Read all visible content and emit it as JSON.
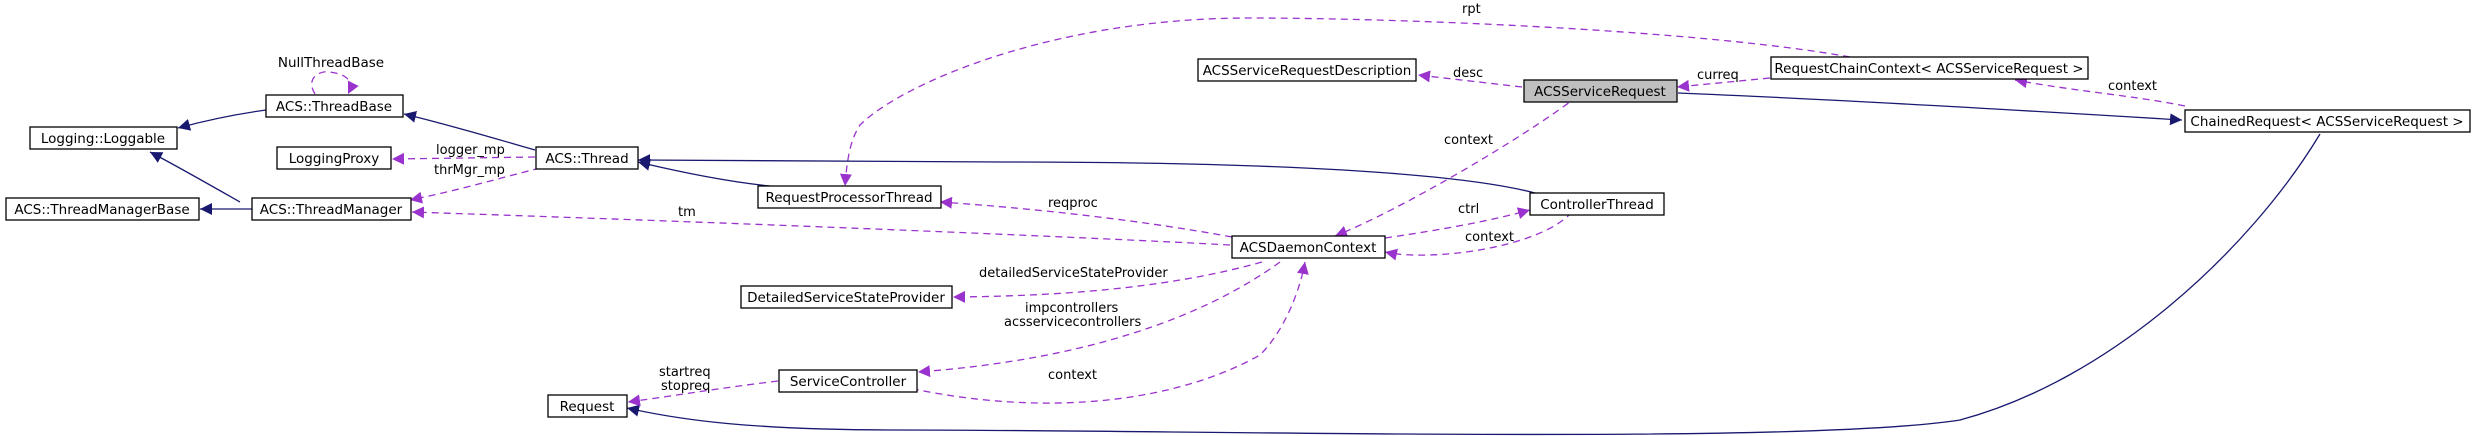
{
  "colors": {
    "inheritance_edge": "#191970",
    "usage_edge": "#9a32cd",
    "focus_node_fill": "#bfbfbf",
    "node_fill": "#ffffff"
  },
  "nodes": {
    "acs_service_request": "ACSServiceRequest",
    "acs_service_request_description": "ACSServiceRequestDescription",
    "request_chain_context": "RequestChainContext< ACSServiceRequest >",
    "chained_request": "ChainedRequest< ACSServiceRequest >",
    "null_thread_base": "NullThreadBase",
    "thread_base": "ACS::ThreadBase",
    "loggable": "Logging::Loggable",
    "logging_proxy": "LoggingProxy",
    "acs_thread": "ACS::Thread",
    "thread_manager_base": "ACS::ThreadManagerBase",
    "thread_manager": "ACS::ThreadManager",
    "request_processor_thread": "RequestProcessorThread",
    "controller_thread": "ControllerThread",
    "acs_daemon_context": "ACSDaemonContext",
    "detailed_service_state_provider": "DetailedServiceStateProvider",
    "service_controller": "ServiceController",
    "request": "Request"
  },
  "edge_labels": {
    "rpt": "rpt",
    "desc": "desc",
    "curreq": "curreq",
    "context_chained": "context",
    "context_daemon": "context",
    "logger_mp": "logger_mp",
    "thrmgr_mp": "thrMgr_mp",
    "reqproc": "reqproc",
    "tm": "tm",
    "ctrl": "ctrl",
    "context_controller": "context",
    "detailed_provider": "detailedServiceStateProvider",
    "impcontrollers": "impcontrollers",
    "acsservicecontrollers": "acsservicecontrollers",
    "startreq": "startreq",
    "stopreq": "stopreq",
    "context_service": "context"
  }
}
